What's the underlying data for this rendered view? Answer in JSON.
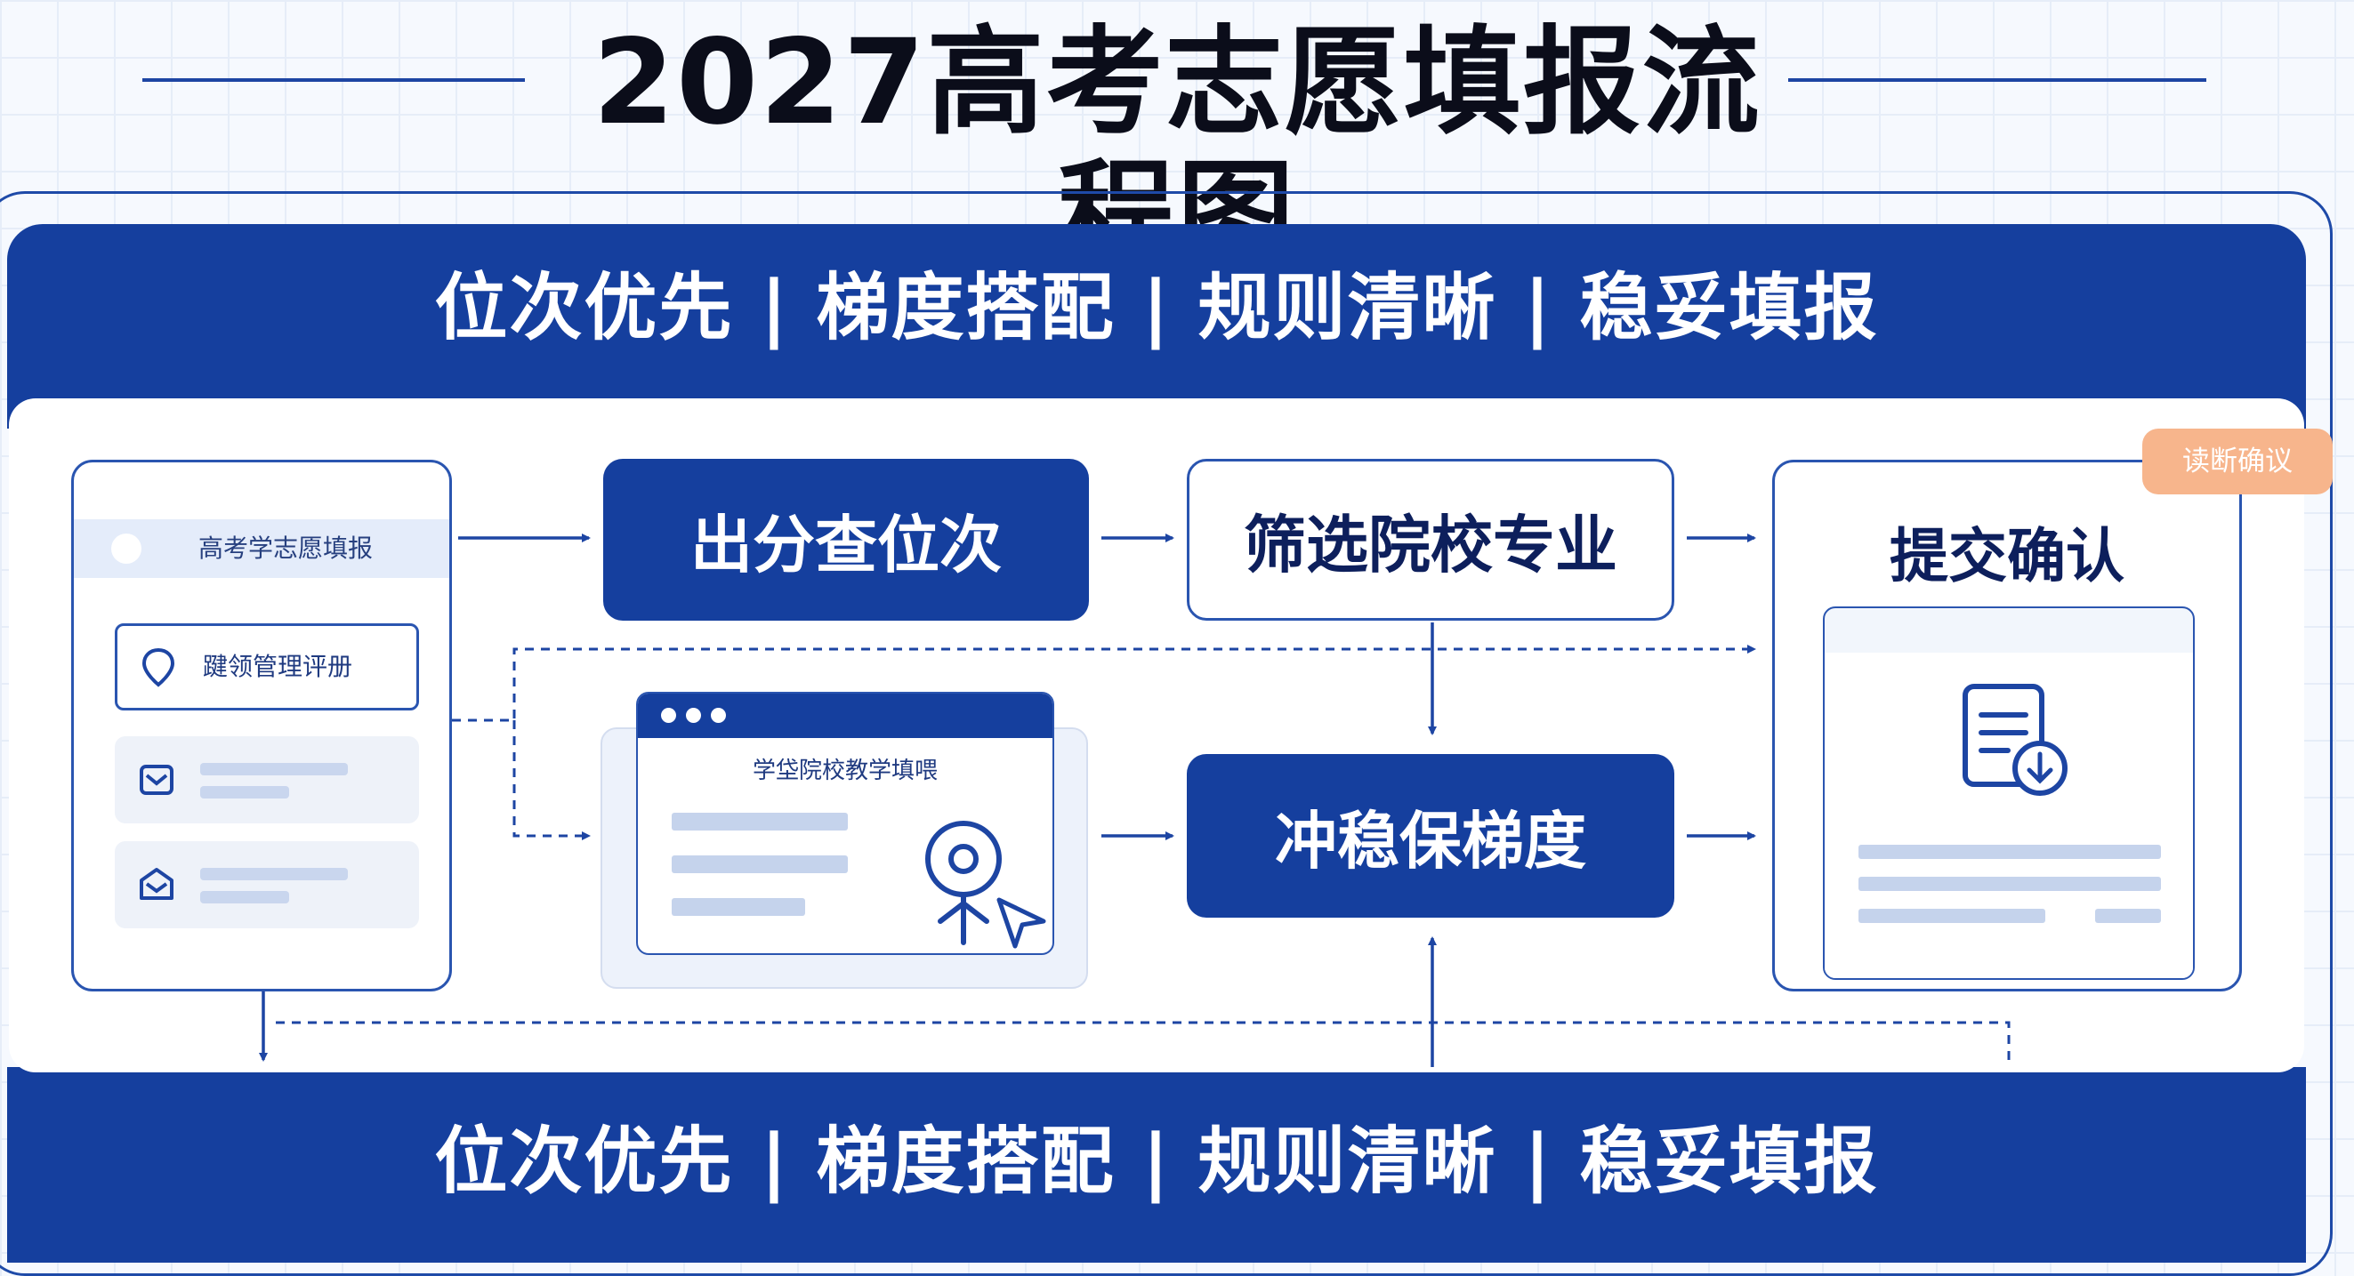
{
  "title": "2027高考志愿填报流程图",
  "slogan_top": "位次优先 | 梯度搭配 | 规则清晰 | 稳妥填报",
  "slogan_bottom": "位次优先 | 梯度搭配 | 规则清晰 | 稳妥填报",
  "left_card": {
    "header_text": "高考学志愿填报",
    "item1_text": "踺领管理评册"
  },
  "nodes": {
    "score_rank": "出分查位次",
    "filter": "筛选院校专业",
    "gradient": "冲稳保梯度",
    "submit": "提交确认"
  },
  "browser": {
    "text": "学垈院校教学填喂"
  },
  "badge": "读断确议",
  "icons": [
    "location-pin-icon",
    "mail-icon",
    "open-mail-icon",
    "document-download-icon",
    "person-pin-icon",
    "cursor-arrow-icon"
  ],
  "colors": {
    "primary": "#153f9e",
    "badge": "#f7b58c",
    "title": "#0b0d1a"
  }
}
